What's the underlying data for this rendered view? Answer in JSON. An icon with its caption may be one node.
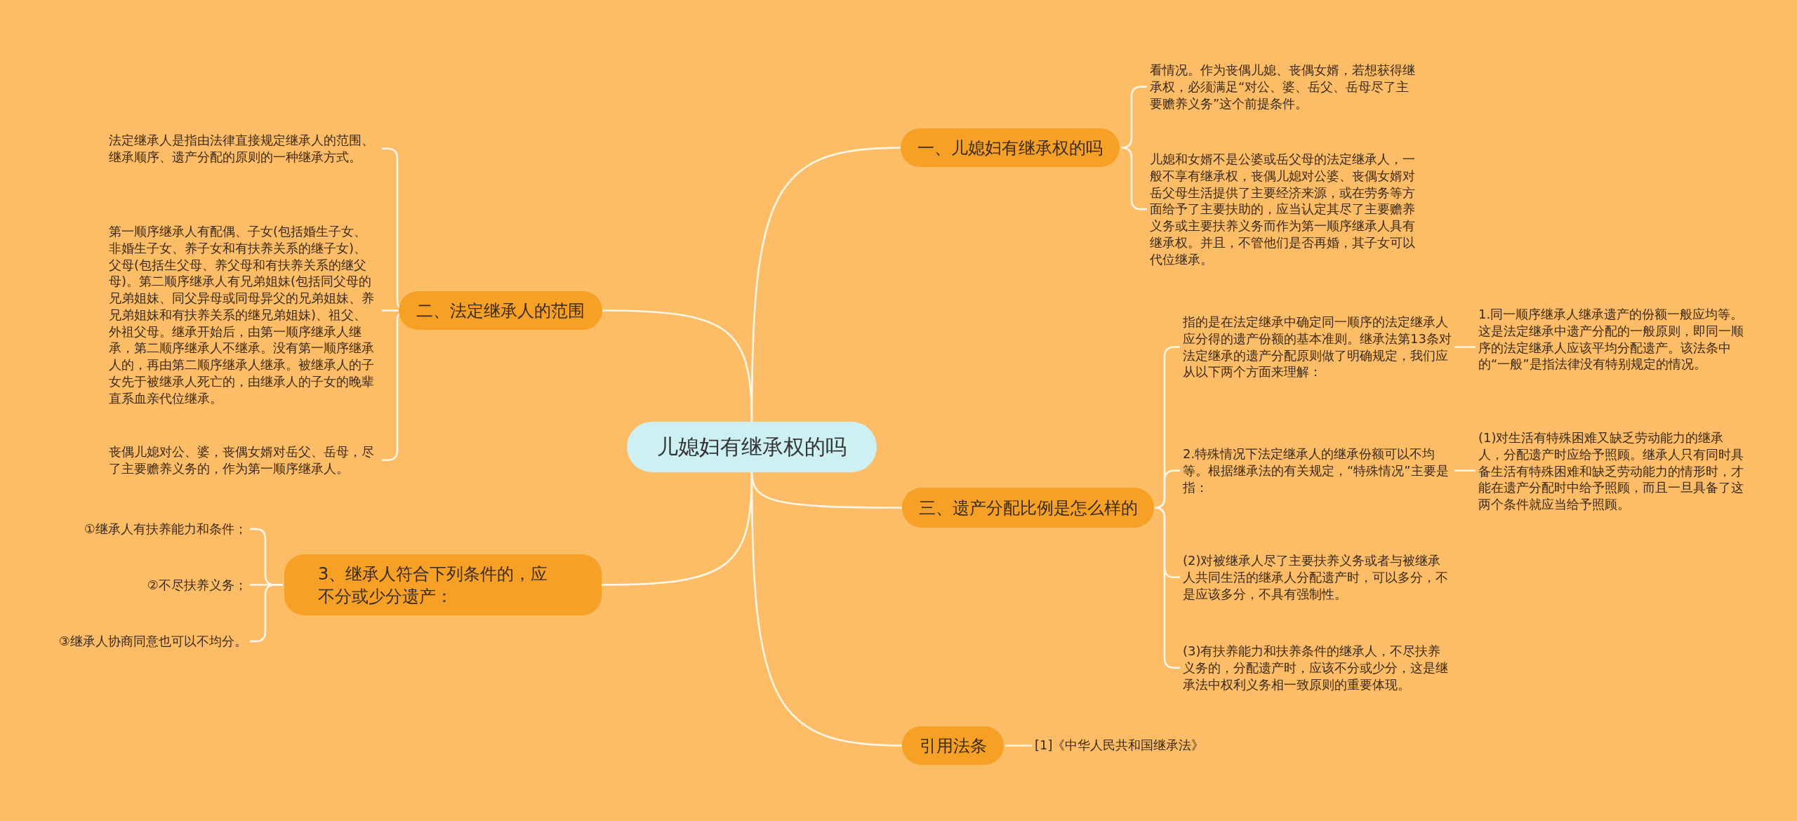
{
  "diagram": {
    "nodes": [
      {
        "text": [
          "儿媳妇有继承权的吗"
        ]
      },
      {
        "text": [
          "一、儿媳妇有继承权的吗"
        ]
      },
      {
        "text": [
          "看情况。作为丧偶儿媳、丧偶女婿，若想获得继承权，必须满足“对公、婆、岳父、岳母尽了主要赡养义务”这个前提条件。"
        ]
      },
      {
        "text": [
          "儿媳和女婿不是公婆或岳父母的法定继承人，一般不享有继承权，丧偶儿媳对公婆、丧偶女婿对岳父母生活提供了主要经济来源，或在劳务等方面给予了主要扶助的，应当认定其尽了主要赡养义务或主要扶养义务而作为第一顺序继承人具有继承权。并且，不管他们是否再婚，其子女可以代位继承。"
        ]
      },
      {
        "text": [
          "二、法定继承人的范围"
        ]
      },
      {
        "text": [
          "法定继承人是指由法律直接规定继承人的范围、继承顺序、遗产分配的原则的一种继承方式。"
        ]
      },
      {
        "text": [
          "第一顺序继承人有配偶、子女(包括婚生子女、非婚生子女、养子女和有扶养关系的继子女)、父母(包括生父母、养父母和有扶养关系的继父母)。第二顺序继承人有兄弟姐妹(包括同父母的兄弟姐妹、同父异母或同母异父的兄弟姐妹、养兄弟姐妹和有扶养关系的继兄弟姐妹)、祖父、外祖父母。继承开始后，由第一顺序继承人继承，第二顺序继承人不继承。没有第一顺序继承人的，再由第二顺序继承人继承。被继承人的子女先于被继承人死亡的，由继承人的子女的晚辈直系血亲代位继承。"
        ]
      },
      {
        "text": [
          "丧偶儿媳对公、婆，丧偶女婿对岳父、岳母，尽了主要赡养义务的，作为第一顺序继承人。"
        ]
      },
      {
        "text": [
          "3、继承人符合下列条件的，应不分或少分遗产："
        ]
      },
      {
        "text": [
          "①继承人有扶养能力和条件；"
        ]
      },
      {
        "text": [
          "②不尽扶养义务；"
        ]
      },
      {
        "text": [
          "③继承人协商同意也可以不均分。"
        ]
      },
      {
        "text": [
          "三、遗产分配比例是怎么样的"
        ]
      },
      {
        "text": [
          "指的是在法定继承中确定同一顺序的法定继承人应分得的遗产份额的基本准则。继承法第13条对法定继承的遗产分配原则做了明确规定，我们应从以下两个方面来理解："
        ]
      },
      {
        "text": [
          "1.同一顺序继承人继承遗产的份额一般应均等。这是法定继承中遗产分配的一般原则，即同一顺序的法定继承人应该平均分配遗产。该法条中的“一般”是指法律没有特别规定的情况。"
        ]
      },
      {
        "text": [
          "2.特殊情况下法定继承人的继承份额可以不均等。根据继承法的有关规定，“特殊情况”主要是指："
        ]
      },
      {
        "text": [
          "(1)对生活有特殊困难又缺乏劳动能力的继承人，分配遗产时应给予照顾。继承人只有同时具备生活有特殊困难和缺乏劳动能力的情形时，才能在遗产分配时中给予照顾，而且一旦具备了这两个条件就应当给予照顾。"
        ]
      },
      {
        "text": [
          "(2)对被继承人尽了主要扶养义务或者与被继承人共同生活的继承人分配遗产时，可以多分，不是应该多分，不具有强制性。"
        ]
      },
      {
        "text": [
          "(3)有扶养能力和扶养条件的继承人，不尽扶养义务的，分配遗产时，应该不分或少分，这是继承法中权利义务相一致原则的重要体现。"
        ]
      },
      {
        "text": [
          "引用法条"
        ]
      },
      {
        "text": [
          "[1]《中华人民共和国继承法》"
        ]
      }
    ],
    "edges": [
      {
        "from": 0,
        "to": 1,
        "arrow": "none"
      },
      {
        "from": 1,
        "to": 2,
        "arrow": "none"
      },
      {
        "from": 1,
        "to": 3,
        "arrow": "none"
      },
      {
        "from": 0,
        "to": 4,
        "arrow": "none"
      },
      {
        "from": 4,
        "to": 5,
        "arrow": "none"
      },
      {
        "from": 4,
        "to": 6,
        "arrow": "none"
      },
      {
        "from": 4,
        "to": 7,
        "arrow": "none"
      },
      {
        "from": 0,
        "to": 8,
        "arrow": "none"
      },
      {
        "from": 8,
        "to": 9,
        "arrow": "none"
      },
      {
        "from": 8,
        "to": 10,
        "arrow": "none"
      },
      {
        "from": 8,
        "to": 11,
        "arrow": "none"
      },
      {
        "from": 0,
        "to": 12,
        "arrow": "none"
      },
      {
        "from": 12,
        "to": 13,
        "arrow": "none"
      },
      {
        "from": 13,
        "to": 14,
        "arrow": "none"
      },
      {
        "from": 12,
        "to": 15,
        "arrow": "none"
      },
      {
        "from": 15,
        "to": 16,
        "arrow": "none"
      },
      {
        "from": 12,
        "to": 17,
        "arrow": "none"
      },
      {
        "from": 12,
        "to": 18,
        "arrow": "none"
      },
      {
        "from": 0,
        "to": 19,
        "arrow": "none"
      },
      {
        "from": 19,
        "to": 20,
        "arrow": "none"
      }
    ]
  }
}
